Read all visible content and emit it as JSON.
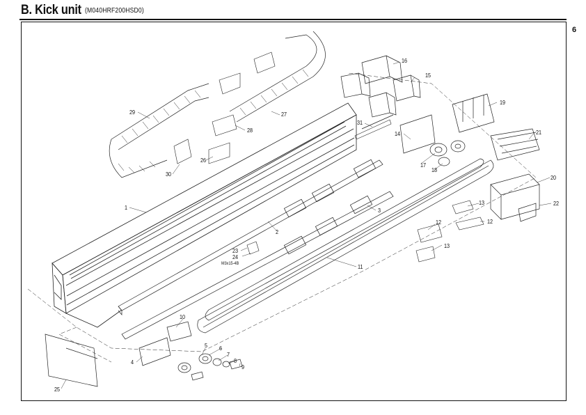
{
  "header": {
    "title": "B. Kick unit",
    "model": "(M040HRF200HSD0)",
    "page_number": "6"
  },
  "callouts": {
    "n1": "1",
    "n2": "2",
    "n3": "3",
    "n4": "4",
    "n5": "5",
    "n6": "6",
    "n7": "7",
    "n8": "8",
    "n9": "9",
    "n10": "10",
    "n11": "11",
    "n12a": "12",
    "n12b": "12",
    "n13a": "13",
    "n13b": "13",
    "n14": "14",
    "n15": "15",
    "n16": "16",
    "n17": "17",
    "n18": "18",
    "n19": "19",
    "n20": "20",
    "n21": "21",
    "n22": "22",
    "n23": "23",
    "n24": "24",
    "n25": "25",
    "n26": "26",
    "n27": "27",
    "n28": "28",
    "n29": "29",
    "n30": "30",
    "n31": "31",
    "screw_note": "M3x15-4B"
  }
}
